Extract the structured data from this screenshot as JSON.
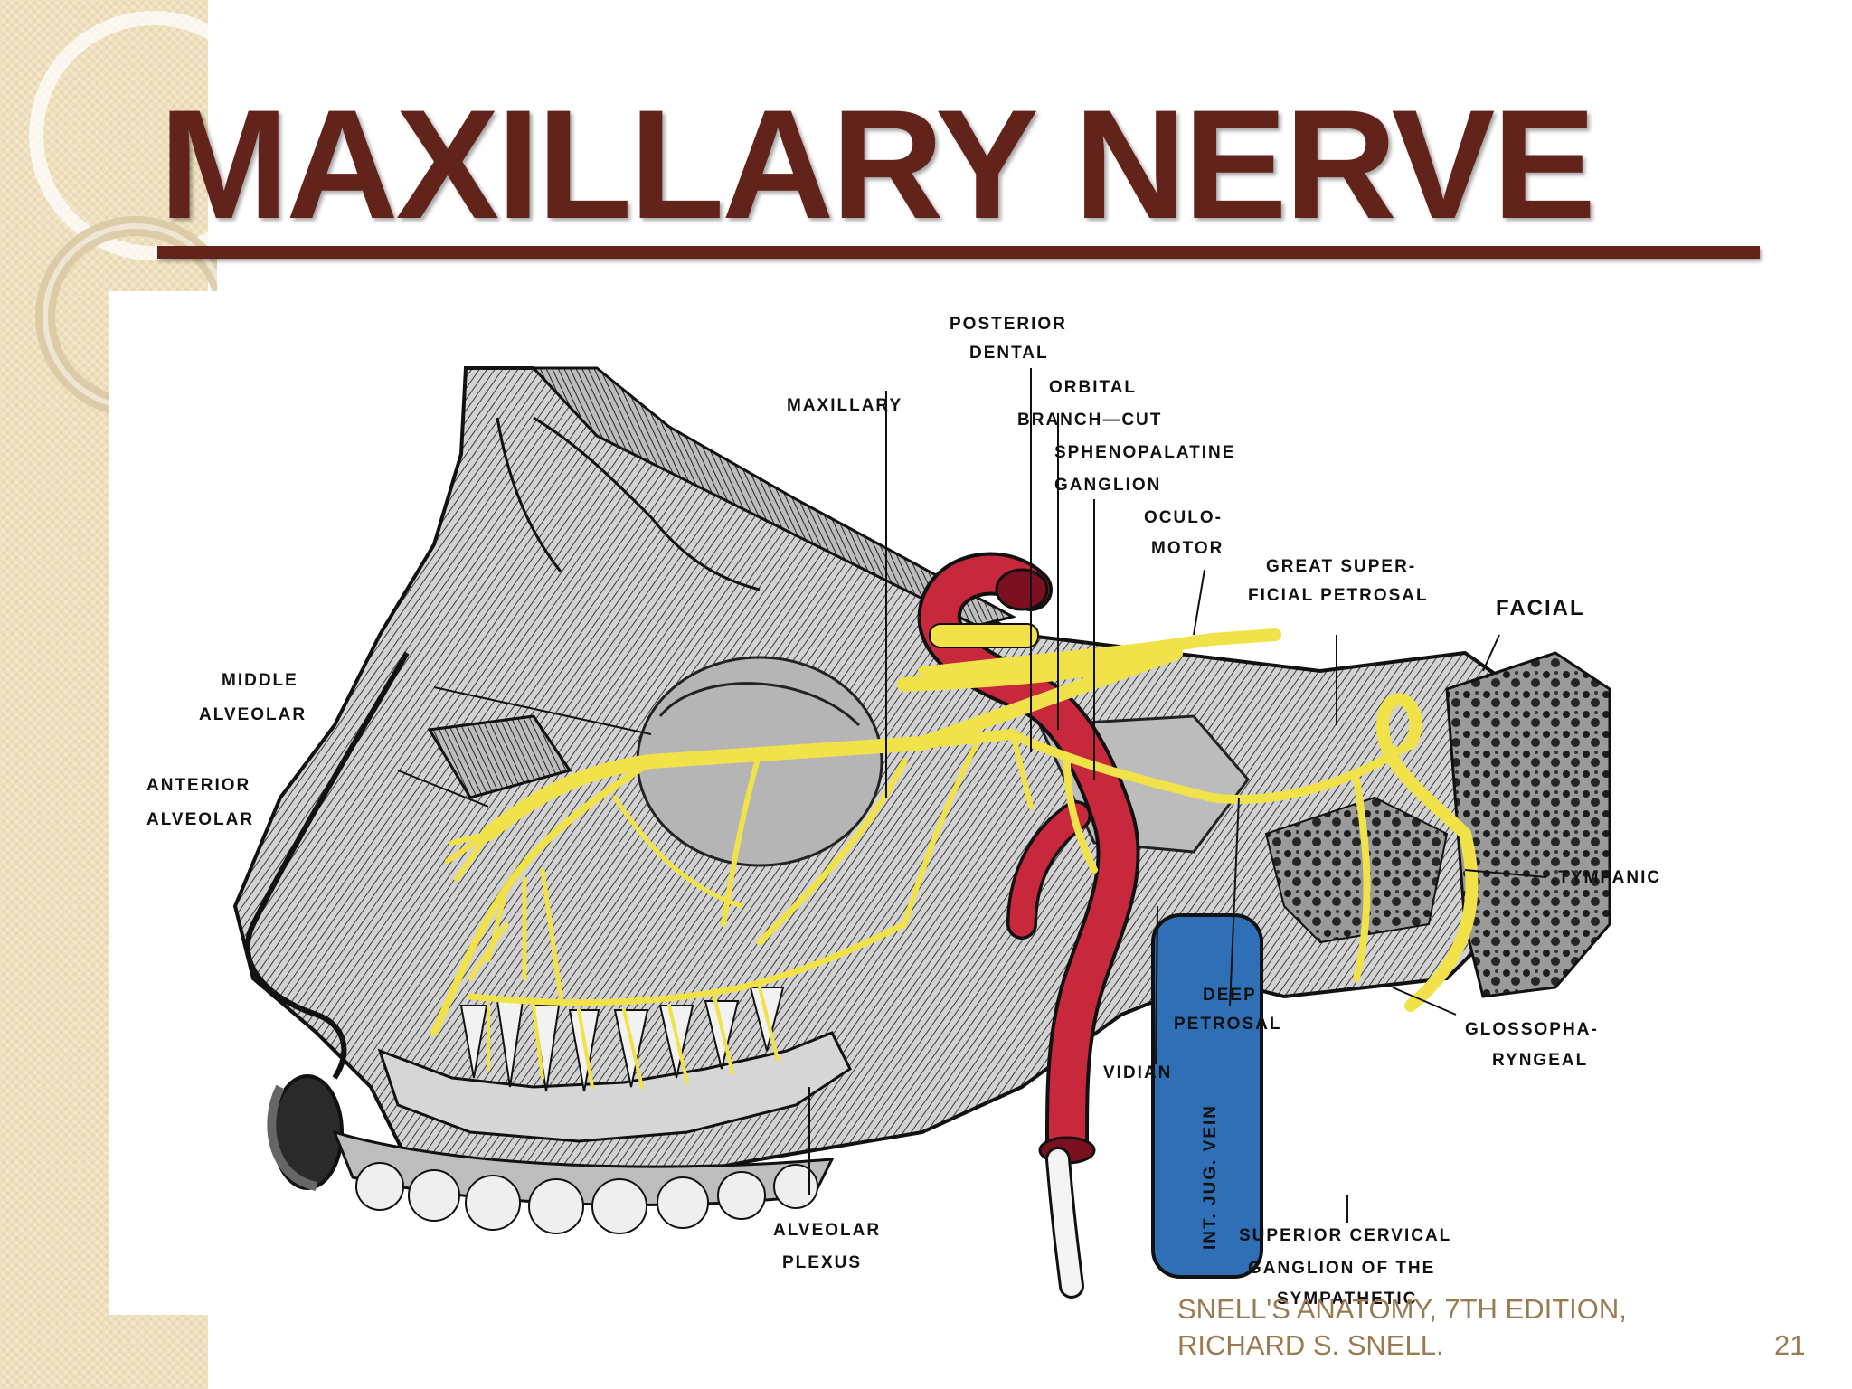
{
  "slide": {
    "title": "MAXILLARY NERVE",
    "citation_line1": "SNELL'S ANATOMY, 7TH EDITION,",
    "citation_line2": "RICHARD S. SNELL.",
    "page_number": "21"
  },
  "figure": {
    "labels": {
      "posterior": "POSTERIOR",
      "dental": "DENTAL",
      "maxillary": "MAXILLARY",
      "orbital": "ORBITAL",
      "branch_cut": "BRANCH—CUT",
      "sphenopalatine": "SPHENOPALATINE",
      "ganglion": "GANGLION",
      "oculo": "OCULO-",
      "motor": "MOTOR",
      "great_super": "GREAT SUPER-",
      "ficial_petrosal": "FICIAL PETROSAL",
      "facial": "FACIAL",
      "middle": "MIDDLE",
      "alveolar_middle": "ALVEOLAR",
      "anterior": "ANTERIOR",
      "alveolar_anterior": "ALVEOLAR",
      "tympanic": ",TYMPANIC",
      "deep": "DEEP",
      "petrosal_deep": "PETROSAL",
      "vidian": "VIDIAN",
      "int_jug_vein": "INT. JUG. VEIN",
      "glossopha": "GLOSSOPHA-",
      "ryngeal": "RYNGEAL",
      "alveolar_plexus": "ALVEOLAR",
      "plexus": "PLEXUS",
      "superior_cervical": "SUPERIOR CERVICAL",
      "ganglion_of_the": "GANGLION OF THE",
      "sympathetic": "SYMPATHETIC"
    },
    "colors": {
      "nerve": "#f2e24a",
      "artery": "#c8283c",
      "vein": "#2f6fb5",
      "bone": "#8a8a8a",
      "title": "#62241a"
    }
  }
}
